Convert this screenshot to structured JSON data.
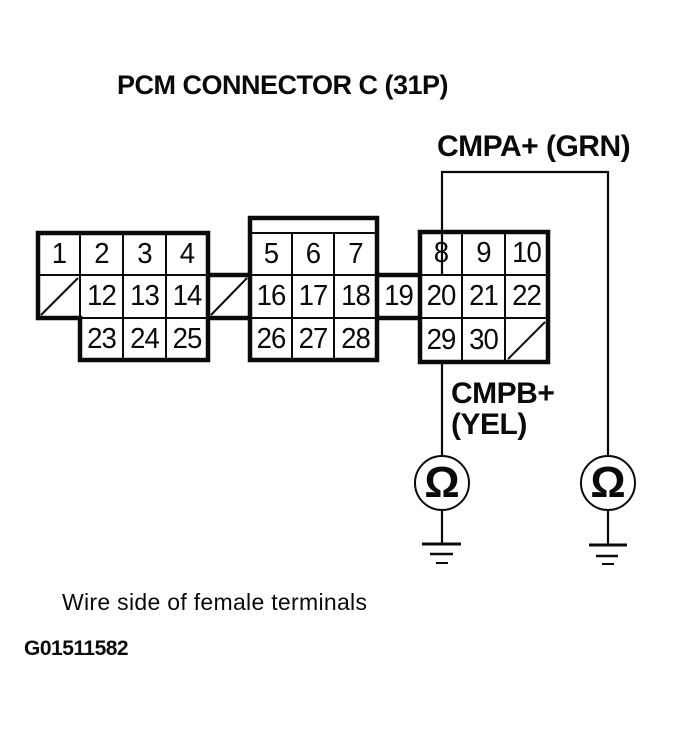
{
  "labels": {
    "title": "PCM CONNECTOR C (31P)",
    "cmpa": "CMPA+ (GRN)",
    "cmpb_line1": "CMPB+",
    "cmpb_line2": "(YEL)",
    "caption": "Wire side of female terminals",
    "figure_id": "G01511582"
  },
  "symbols": {
    "ohm": "Ω"
  },
  "colors": {
    "ink": "#0a0a0a",
    "background": "#ffffff"
  },
  "connector": {
    "pins": {
      "p1": "1",
      "p2": "2",
      "p3": "3",
      "p4": "4",
      "p5": "5",
      "p6": "6",
      "p7": "7",
      "p8": "8",
      "p9": "9",
      "p10": "10",
      "p12": "12",
      "p13": "13",
      "p14": "14",
      "p16": "16",
      "p17": "17",
      "p18": "18",
      "p19": "19",
      "p20": "20",
      "p21": "21",
      "p22": "22",
      "p23": "23",
      "p24": "24",
      "p25": "25",
      "p26": "26",
      "p27": "27",
      "p28": "28",
      "p29": "29",
      "p30": "30"
    }
  },
  "wires": [
    {
      "name": "cmpa-wire",
      "from": "pin-8",
      "to": "right-ohmmeter",
      "label": "CMPA+ (GRN)"
    },
    {
      "name": "cmpb-wire",
      "from": "pin-29",
      "to": "left-ohmmeter",
      "label": "CMPB+ (YEL)"
    }
  ]
}
